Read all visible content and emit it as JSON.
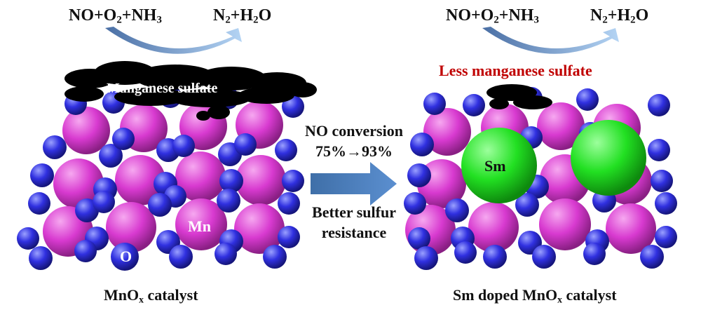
{
  "left_panel": {
    "reactants": {
      "p1": "NO+O",
      "s1": "2",
      "p2": "+NH",
      "s2": "3"
    },
    "products": {
      "p1": "N",
      "s1": "2",
      "p2": "+H",
      "s2": "2",
      "p3": "O"
    },
    "deposit_label": "Manganese sulfate",
    "mn_label": "Mn",
    "o_label": "O",
    "caption": {
      "p1": "MnO",
      "s1": "x",
      "p2": " catalyst"
    }
  },
  "middle": {
    "line1": "NO conversion",
    "line2": "75%→93%",
    "line3": "Better sulfur",
    "line4": "resistance"
  },
  "right_panel": {
    "reactants": {
      "p1": "NO+O",
      "s1": "2",
      "p2": "+NH",
      "s2": "3"
    },
    "products": {
      "p1": "N",
      "s1": "2",
      "p2": "+H",
      "s2": "2",
      "p3": "O"
    },
    "deposit_label": "Less manganese sulfate",
    "sm_label": "Sm",
    "caption": {
      "p1": "Sm doped MnO",
      "s1": "x",
      "p2": " catalyst"
    }
  },
  "colors": {
    "mn_atom": "#d83ad0",
    "o_atom": "#3030e0",
    "sm_atom": "#22e022",
    "sulfate": "#000000",
    "arrow": "#4f81bd",
    "highlight_text": "#c00000"
  }
}
